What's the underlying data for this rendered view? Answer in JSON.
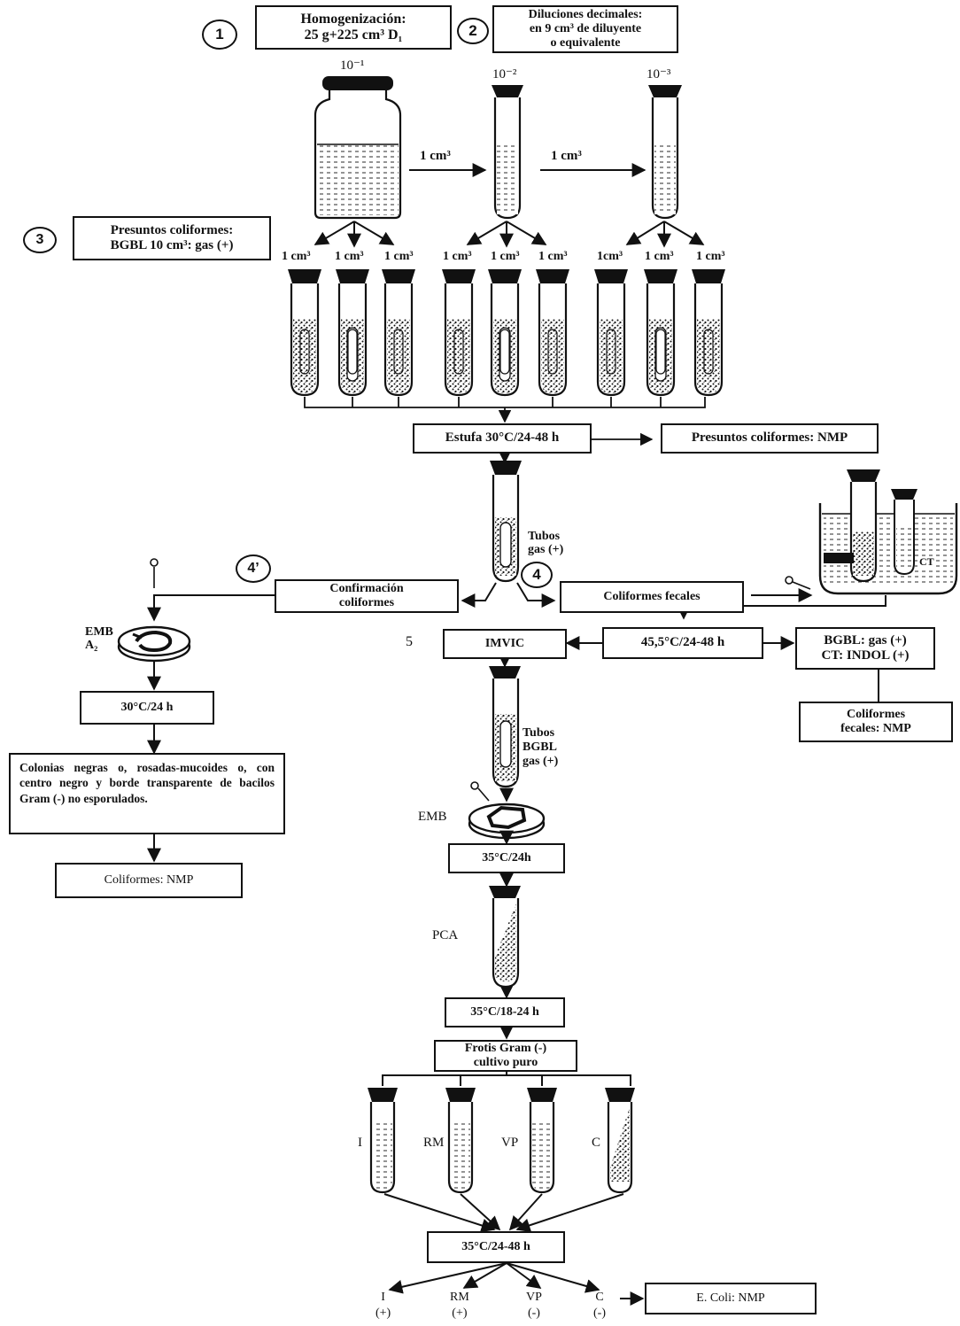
{
  "steps": {
    "s1": "1",
    "s2": "2",
    "s3": "3",
    "s4": "4",
    "s4p": "4’",
    "s5": "5"
  },
  "boxes": {
    "homog": [
      "Homogenización:",
      "25 g+225 cm³ D₁"
    ],
    "diluciones": [
      "Diluciones decimales:",
      "en 9 cm³ de diluyente",
      "o equivalente"
    ],
    "presuntos_bgbl": [
      "Presuntos coliformes:",
      "BGBL 10 cm³: gas (+)"
    ],
    "estufa": "Estufa 30°C/24-48 h",
    "presuntos_nmp": "Presuntos coliformes: NMP",
    "confirmacion": [
      "Confirmación",
      "coliformes"
    ],
    "coli_fecales": "Coliformes fecales",
    "imvic": "IMVIC",
    "temp_45": "45,5°C/24-48 h",
    "bgbl_ct": [
      "BGBL: gas (+)",
      "CT: INDOL (+)"
    ],
    "coli_fecales_nmp": [
      "Coliformes",
      "fecales: NMP"
    ],
    "temp_30": "30°C/24 h",
    "colonias": "Colonias negras o, rosadas-mucoides o, con centro negro y borde transparente de bacilos Gram (-) no esporulados.",
    "coliformes_nmp": "Coliformes: NMP",
    "temp_35_24": "35°C/24h",
    "temp_35_1824": "35°C/18-24 h",
    "frotis": [
      "Frotis Gram (-)",
      "cultivo puro"
    ],
    "temp_35_2448": "35°C/24-48 h",
    "ecoli_nmp": "E. Coli: NMP"
  },
  "labels": {
    "d1": "10⁻¹",
    "d2": "10⁻²",
    "d3": "10⁻³",
    "transfer": "1 cm³",
    "inoc": [
      "1 cm³",
      "1 cm³",
      "1 cm³",
      "1 cm³",
      "1 cm³",
      "1 cm³",
      "1cm³",
      "1 cm³",
      "1 cm³"
    ],
    "tubos_gas": [
      "Tubos",
      "gas (+)"
    ],
    "ct": "CT",
    "emb_a2": [
      "EMB",
      "A₂"
    ],
    "tubos_bgbl": [
      "Tubos",
      "BGBL",
      "gas (+)"
    ],
    "emb": "EMB",
    "pca": "PCA",
    "imvic_tubes": [
      "I",
      "RM",
      "VP",
      "C"
    ],
    "results": [
      {
        "test": "I",
        "sign": "(+)"
      },
      {
        "test": "RM",
        "sign": "(+)"
      },
      {
        "test": "VP",
        "sign": "(-)"
      },
      {
        "test": "C",
        "sign": "(-)"
      }
    ]
  }
}
